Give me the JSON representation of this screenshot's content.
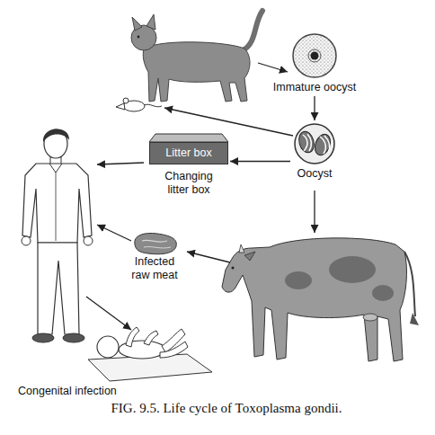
{
  "diagram": {
    "caption": "FIG. 9.5. Life cycle of Toxoplasma gondii.",
    "nodes": [
      {
        "text": [
          "Immature oocyst"
        ]
      },
      {
        "text": [
          "Oocyst"
        ]
      },
      {
        "text": [
          "Litter box",
          "Changing litter box"
        ]
      },
      {
        "text": [
          "Infected raw meat"
        ]
      },
      {
        "text": [
          "Congenital infection"
        ]
      }
    ],
    "edges": [
      {
        "from": 0,
        "to": 1,
        "arrow": "to"
      },
      {
        "from": 1,
        "to": 2,
        "arrow": "to"
      }
    ]
  }
}
